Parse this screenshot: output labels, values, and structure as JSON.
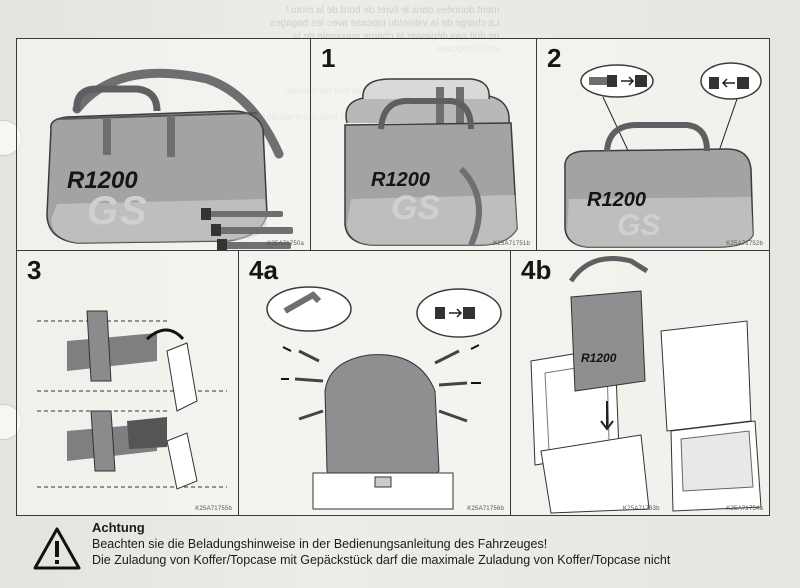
{
  "panels": [
    {
      "id": "0",
      "step": "",
      "code": "K25A71750a"
    },
    {
      "id": "1",
      "step": "1",
      "code": "K25A71751b"
    },
    {
      "id": "2",
      "step": "2",
      "code": "K25A71752b"
    },
    {
      "id": "3",
      "step": "3",
      "code": "K25A71755b"
    },
    {
      "id": "4a",
      "step": "4a",
      "code": "K25A71756b"
    },
    {
      "id": "4b",
      "step": "4b",
      "codes": [
        "K25A71753b",
        "K25A71754a"
      ]
    }
  ],
  "bag_brand": {
    "model": "R1200",
    "series": "GS"
  },
  "warning": {
    "title": "Achtung",
    "lines": [
      "Beachten sie die Beladungshinweise in der Bedienungsanleitung des Fahrzeuges!",
      "Die Zuladung von Koffer/Topcase mit Gepäckstück darf die maximale Zuladung von Koffer/Topcase nicht"
    ]
  },
  "colors": {
    "bag_gray": "#9b9d9c",
    "bag_dark": "#5d5f60",
    "strap": "#6e6f70",
    "border": "#3a3a3a",
    "logo_light": "#cfd1d0"
  }
}
